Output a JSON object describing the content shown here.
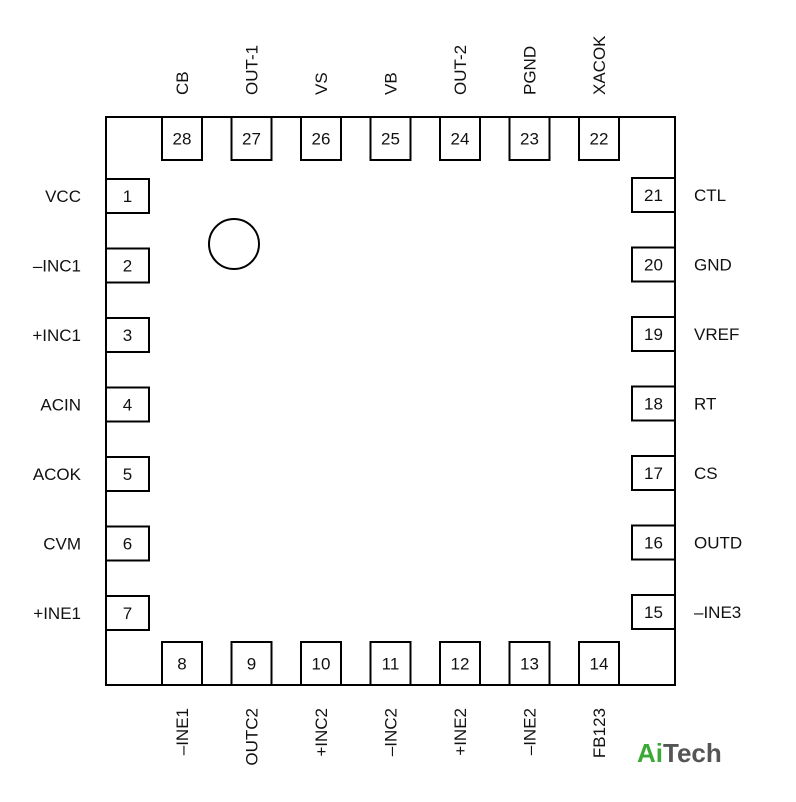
{
  "package": {
    "body_color": "#000000",
    "pin1_marker": "circle"
  },
  "pins": {
    "left": [
      {
        "number": "1",
        "label": "VCC"
      },
      {
        "number": "2",
        "label": "–INC1"
      },
      {
        "number": "3",
        "label": "+INC1"
      },
      {
        "number": "4",
        "label": "ACIN"
      },
      {
        "number": "5",
        "label": "ACOK"
      },
      {
        "number": "6",
        "label": "CVM"
      },
      {
        "number": "7",
        "label": "+INE1"
      }
    ],
    "bottom": [
      {
        "number": "8",
        "label": "–INE1"
      },
      {
        "number": "9",
        "label": "OUTC2"
      },
      {
        "number": "10",
        "label": "+INC2"
      },
      {
        "number": "11",
        "label": "–INC2"
      },
      {
        "number": "12",
        "label": "+INE2"
      },
      {
        "number": "13",
        "label": "–INE2"
      },
      {
        "number": "14",
        "label": "FB123"
      }
    ],
    "right": [
      {
        "number": "15",
        "label": "–INE3"
      },
      {
        "number": "16",
        "label": "OUTD"
      },
      {
        "number": "17",
        "label": "CS"
      },
      {
        "number": "18",
        "label": "RT"
      },
      {
        "number": "19",
        "label": "VREF"
      },
      {
        "number": "20",
        "label": "GND"
      },
      {
        "number": "21",
        "label": "CTL"
      }
    ],
    "top": [
      {
        "number": "22",
        "label": "XACOK"
      },
      {
        "number": "23",
        "label": "PGND"
      },
      {
        "number": "24",
        "label": "OUT-2"
      },
      {
        "number": "25",
        "label": "VB"
      },
      {
        "number": "26",
        "label": "VS"
      },
      {
        "number": "27",
        "label": "OUT-1"
      },
      {
        "number": "28",
        "label": "CB"
      }
    ]
  },
  "watermark": {
    "part1": "Ai",
    "part2": "Tech",
    "color1": "#3aa935",
    "color2": "#555555"
  }
}
